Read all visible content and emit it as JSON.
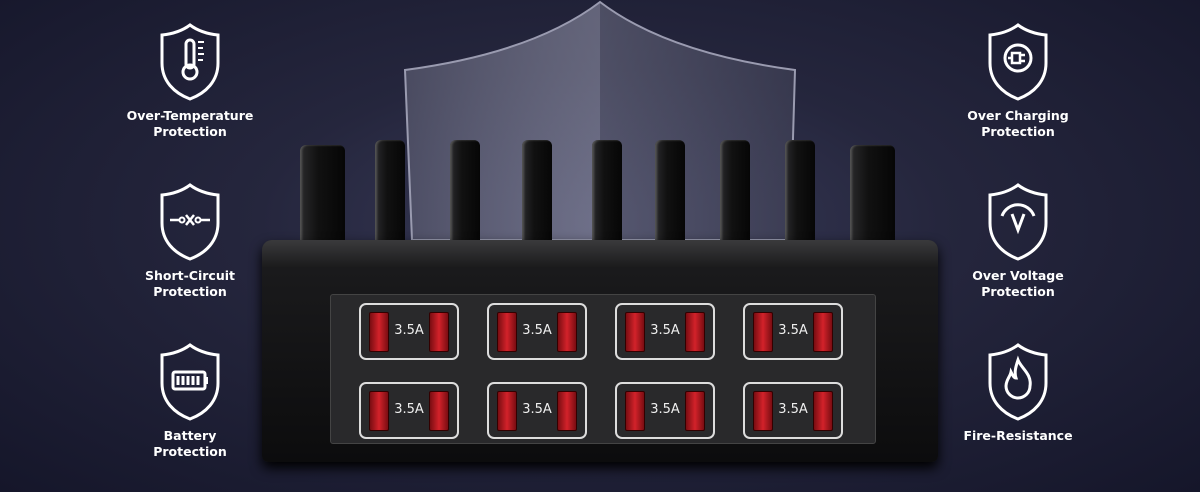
{
  "features_left": [
    {
      "icon": "thermometer-shield-icon",
      "label": [
        "Over-Temperature",
        "Protection"
      ]
    },
    {
      "icon": "short-circuit-shield-icon",
      "label": [
        "Short-Circuit",
        "Protection"
      ]
    },
    {
      "icon": "battery-shield-icon",
      "label": [
        "Battery",
        "Protection"
      ]
    }
  ],
  "features_right": [
    {
      "icon": "plug-shield-icon",
      "label": [
        "Over Charging",
        "Protection"
      ]
    },
    {
      "icon": "voltage-shield-icon",
      "label": [
        "Over Voltage",
        "Protection"
      ]
    },
    {
      "icon": "fire-shield-icon",
      "label": [
        "Fire-Resistance",
        ""
      ]
    }
  ],
  "ports": [
    "3.5A",
    "3.5A",
    "3.5A",
    "3.5A",
    "3.5A",
    "3.5A",
    "3.5A",
    "3.5A"
  ],
  "colors": {
    "port_red": "#d3222a",
    "background": "#25263d"
  }
}
